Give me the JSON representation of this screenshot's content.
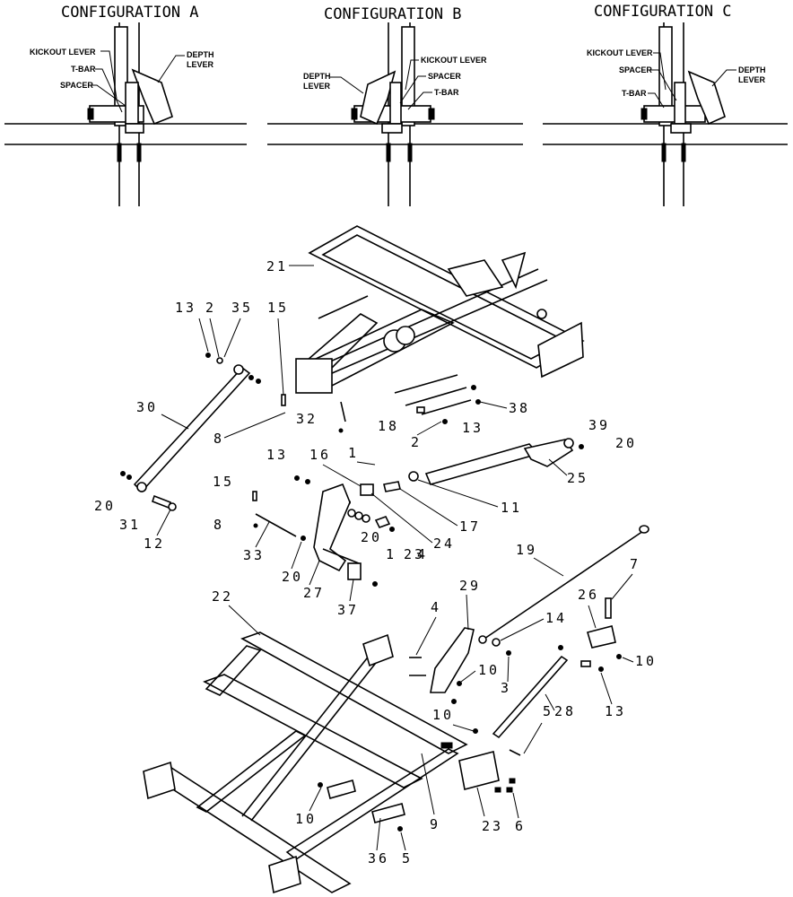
{
  "configurations": [
    {
      "title": "CONFIGURATION A",
      "labels": {
        "kickout": "KICKOUT LEVER",
        "tbar": "T-BAR",
        "spacer": "SPACER",
        "depth_l1": "DEPTH",
        "depth_l2": "LEVER"
      }
    },
    {
      "title": "CONFIGURATION B",
      "labels": {
        "kickout": "KICKOUT LEVER",
        "tbar": "T-BAR",
        "spacer": "SPACER",
        "depth_l1": "DEPTH",
        "depth_l2": "LEVER"
      }
    },
    {
      "title": "CONFIGURATION C",
      "labels": {
        "kickout": "KICKOUT LEVER",
        "tbar": "T-BAR",
        "spacer": "SPACER",
        "depth_l1": "DEPTH",
        "depth_l2": "LEVER"
      }
    }
  ],
  "callouts": {
    "c21": "21",
    "c13a": "13",
    "c2a": "2",
    "c35": "35",
    "c15a": "15",
    "c30": "30",
    "c32": "32",
    "c8a": "8",
    "c18": "18",
    "c13b": "13",
    "c38": "38",
    "c2b": "2",
    "c39": "39",
    "c20a": "20",
    "c25": "25",
    "c13c": "13",
    "c16": "16",
    "c1a": "1",
    "c11": "11",
    "c17": "17",
    "c24": "24",
    "c20b": "20",
    "c31": "31",
    "c12a": "12",
    "c15b": "15",
    "c8b": "8",
    "c33": "33",
    "c20c": "20",
    "c20d": "20",
    "c1b": "1",
    "c23": "23",
    "c4a": "4",
    "c27": "27",
    "c37": "37",
    "c19": "19",
    "c7": "7",
    "c22": "22",
    "c29": "29",
    "c4b": "4",
    "c14": "14",
    "c26": "26",
    "c10a": "10",
    "c10b": "10",
    "c3a": "3",
    "c10c": "10",
    "c28": "28",
    "c13d": "13",
    "c5a": "5",
    "c9": "9",
    "c10d": "10",
    "c23b": "23",
    "c6a": "6",
    "c36": "36",
    "c5b": "5"
  }
}
